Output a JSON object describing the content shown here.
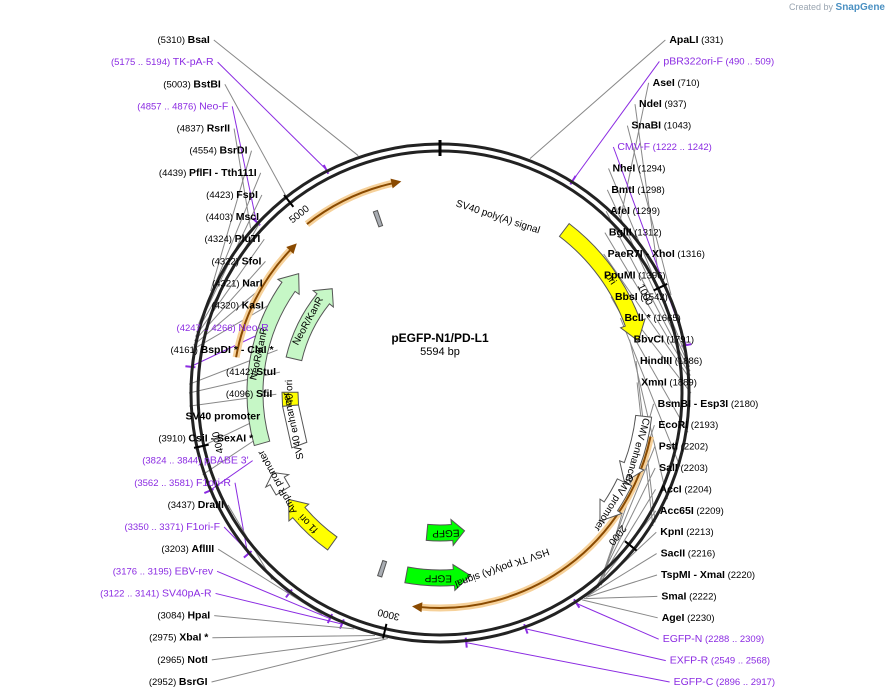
{
  "credit": {
    "created_by": "Created by",
    "brand": "SnapGene"
  },
  "plasmid": {
    "name": "pEGFP-N1/PD-L1",
    "size_label": "5594 bp",
    "length": 5594
  },
  "ring_ticks": [
    {
      "bp": 1000,
      "label": "1000"
    },
    {
      "bp": 2000,
      "label": "2000"
    },
    {
      "bp": 3000,
      "label": "3000"
    },
    {
      "bp": 4000,
      "label": "4000"
    },
    {
      "bp": 5000,
      "label": "5000"
    }
  ],
  "features": [
    {
      "name": "ori",
      "start": 580,
      "end": 1170,
      "dir": "cw",
      "ring": 1,
      "color": "#ffff00",
      "label": "ori"
    },
    {
      "name": "cmv-enhancer",
      "start": 1500,
      "end": 1800,
      "dir": "cw",
      "ring": 1,
      "color": "#ffffff",
      "label": "CMV enhancer"
    },
    {
      "name": "cmv-promoter",
      "start": 1800,
      "end": 2000,
      "dir": "cw",
      "ring": 1,
      "color": "#ffffff",
      "label": "CMV promoter"
    },
    {
      "name": "egfp-inner",
      "start": 2880,
      "end": 2640,
      "dir": "ccw",
      "ring": 4,
      "color": "#00ff00",
      "label": "EGFP"
    },
    {
      "name": "egfp",
      "start": 2960,
      "end": 2650,
      "dir": "ccw",
      "ring": 2,
      "color": "#00ff00",
      "label": "EGFP"
    },
    {
      "name": "sv40-polya",
      "start": 3090,
      "end": 3070,
      "dir": "none",
      "ring": 2,
      "color": "#a9adb3",
      "label": "SV40 poly(A) signal"
    },
    {
      "name": "f1-ori",
      "start": 3350,
      "end": 3650,
      "dir": "cw",
      "ring": 2,
      "color": "#ffff00",
      "label": "f1 ori"
    },
    {
      "name": "ampr-promoter",
      "start": 3700,
      "end": 3800,
      "dir": "cw",
      "ring": 2,
      "color": "#ffffff",
      "label": "AmpR promoter"
    },
    {
      "name": "sv40-ori",
      "start": 4120,
      "end": 4200,
      "dir": "none",
      "ring": 3,
      "color": "#ffff00",
      "label": "SV40 ori"
    },
    {
      "name": "sv40-enhancer",
      "start": 3880,
      "end": 4120,
      "dir": "none",
      "ring": 3,
      "color": "#ffffff",
      "label": "SV40 enhancer"
    },
    {
      "name": "neor-inner",
      "start": 4400,
      "end": 4880,
      "dir": "cw",
      "ring": 3,
      "color": "#c6f7c6",
      "label": "NeoR/KanR"
    },
    {
      "name": "neor-outer",
      "start": 3950,
      "end": 4820,
      "dir": "cw",
      "ring": 2,
      "color": "#c6f7c6",
      "label": "NeoR/KanR"
    },
    {
      "name": "hsv-tk-polya",
      "start": 5300,
      "end": 5280,
      "dir": "none",
      "ring": 2,
      "color": "#a9adb3",
      "label": "HSV TK poly(A) signal"
    }
  ],
  "orange_arcs": [
    {
      "start": 5000,
      "end": 5400,
      "dir": "cw",
      "radius": 215
    },
    {
      "start": 1580,
      "end": 2880,
      "dir": "cw",
      "radius": 215
    },
    {
      "start": 4350,
      "end": 4880,
      "dir": "cw",
      "radius": 207
    }
  ],
  "labels": [
    {
      "id": "bsai",
      "pos": "(5310)",
      "name": "BsaI",
      "color": "#000000",
      "angle": -19
    },
    {
      "id": "tk-pa-r",
      "pos": "(5175 .. 5194)",
      "name": "TK-pA-R",
      "color": "#8b2be2",
      "angle": -27
    },
    {
      "id": "bstbi",
      "pos": "(5003)",
      "name": "BstBI",
      "color": "#000000",
      "angle": -38
    },
    {
      "id": "neo-f",
      "pos": "(4857 .. 4876)",
      "name": "Neo-F",
      "color": "#8b2be2",
      "angle": -47
    },
    {
      "id": "rsrii",
      "pos": "(4837)",
      "name": "RsrII",
      "color": "#000000",
      "angle": -49
    },
    {
      "id": "bsrdi",
      "pos": "(4554)",
      "name": "BsrDI",
      "color": "#000000",
      "angle": -66
    },
    {
      "id": "pflfi",
      "pos": "(4439)",
      "name": "PflFI - Tth111I",
      "color": "#000000",
      "angle": -74
    },
    {
      "id": "fspi",
      "pos": "(4423)",
      "name": "FspI",
      "color": "#000000",
      "angle": -75
    },
    {
      "id": "msci",
      "pos": "(4403)",
      "name": "MscI",
      "color": "#000000",
      "angle": -76
    },
    {
      "id": "pluti",
      "pos": "(4324)",
      "name": "PluTI",
      "color": "#000000",
      "angle": -77
    },
    {
      "id": "sfoi",
      "pos": "(4322)",
      "name": "SfoI",
      "color": "#000000",
      "angle": -78
    },
    {
      "id": "nari",
      "pos": "(4321)",
      "name": "NarI",
      "color": "#000000",
      "angle": -79
    },
    {
      "id": "kasi",
      "pos": "(4320)",
      "name": "KasI",
      "color": "#000000",
      "angle": -80
    },
    {
      "id": "neo-r",
      "pos": "(4247 .. 4266)",
      "name": "Neo-R",
      "color": "#8b2be2",
      "angle": -84
    },
    {
      "id": "bspdi",
      "pos": "(4161)",
      "name": "BspDI * - ClaI *",
      "color": "#000000",
      "angle": -88
    },
    {
      "id": "stui",
      "pos": "(4142)",
      "name": "StuI",
      "color": "#000000",
      "angle": -90
    },
    {
      "id": "sfii",
      "pos": "(4096)",
      "name": "SfiI",
      "color": "#000000",
      "angle": -93
    },
    {
      "id": "sv40-promoter",
      "pos": "",
      "name": "SV40 promoter",
      "color": "#000000",
      "angle": -103
    },
    {
      "id": "csii",
      "pos": "(3910)",
      "name": "CsiI - SexAI *",
      "color": "#000000",
      "angle": -109
    },
    {
      "id": "pbabe",
      "pos": "(3824 .. 3844)",
      "name": "pBABE 3'",
      "color": "#8b2be2",
      "angle": -113
    },
    {
      "id": "f1ori-r",
      "pos": "(3562 .. 3581)",
      "name": "F1ori-R",
      "color": "#8b2be2",
      "angle": -130
    },
    {
      "id": "draiii",
      "pos": "(3437)",
      "name": "DraIII",
      "color": "#000000",
      "angle": -138
    },
    {
      "id": "f1ori-f",
      "pos": "(3350 .. 3371)",
      "name": "F1ori-F",
      "color": "#8b2be2",
      "angle": -143
    },
    {
      "id": "afliii",
      "pos": "(3203)",
      "name": "AflIII",
      "color": "#000000",
      "angle": -152
    },
    {
      "id": "ebv-rev",
      "pos": "(3176 .. 3195)",
      "name": "EBV-rev",
      "color": "#8b2be2",
      "angle": -154
    },
    {
      "id": "sv40pa-r",
      "pos": "(3122 .. 3141)",
      "name": "SV40pA-R",
      "color": "#8b2be2",
      "angle": -157
    },
    {
      "id": "hpai",
      "pos": "(3084)",
      "name": "HpaI",
      "color": "#000000",
      "angle": -160
    },
    {
      "id": "xbai",
      "pos": "(2975)",
      "name": "XbaI *",
      "color": "#000000",
      "angle": -165
    },
    {
      "id": "noti",
      "pos": "(2965)",
      "name": "NotI",
      "color": "#000000",
      "angle": -167
    },
    {
      "id": "bsrgi",
      "pos": "(2952)",
      "name": "BsrGI",
      "color": "#000000",
      "angle": -168
    },
    {
      "id": "egfp-c",
      "pos": "(2896 .. 2917)",
      "name": "EGFP-C",
      "color": "#8b2be2",
      "angle": 174
    },
    {
      "id": "exfp-r",
      "pos": "(2549 .. 2568)",
      "name": "EXFP-R",
      "color": "#8b2be2",
      "angle": 160
    },
    {
      "id": "egfp-n",
      "pos": "(2288 .. 2309)",
      "name": "EGFP-N",
      "color": "#8b2be2",
      "angle": 147
    },
    {
      "id": "apali",
      "pos": "(331)",
      "name": "ApaLI",
      "color": "#000000",
      "angle": 21
    },
    {
      "id": "pbr322ori-f",
      "pos": "(490 .. 509)",
      "name": "pBR322ori-F",
      "color": "#8b2be2",
      "angle": 32
    },
    {
      "id": "asei",
      "pos": "(710)",
      "name": "AseI",
      "color": "#000000",
      "angle": 46
    },
    {
      "id": "ndei",
      "pos": "(937)",
      "name": "NdeI",
      "color": "#000000",
      "angle": 60
    },
    {
      "id": "snabi",
      "pos": "(1043)",
      "name": "SnaBI",
      "color": "#000000",
      "angle": 67
    },
    {
      "id": "cmv-f",
      "pos": "(1222 .. 1242)",
      "name": "CMV-F",
      "color": "#8b2be2",
      "angle": 79
    },
    {
      "id": "nhei",
      "pos": "(1294)",
      "name": "NheI",
      "color": "#000000",
      "angle": 83
    },
    {
      "id": "bmti",
      "pos": "(1298)",
      "name": "BmtI",
      "color": "#000000",
      "angle": 84
    },
    {
      "id": "afei",
      "pos": "(1299)",
      "name": "AfeI",
      "color": "#000000",
      "angle": 85
    },
    {
      "id": "bglii",
      "pos": "(1312)",
      "name": "BglII",
      "color": "#000000",
      "angle": 86
    },
    {
      "id": "paer7i",
      "pos": "(1316)",
      "name": "PaeR7I - XhoI",
      "color": "#000000",
      "angle": 87
    },
    {
      "id": "ppumi",
      "pos": "(1396)",
      "name": "PpuMI",
      "color": "#000000",
      "angle": 90
    },
    {
      "id": "bbsi",
      "pos": "(1542)",
      "name": "BbsI",
      "color": "#000000",
      "angle": 99
    },
    {
      "id": "bcli",
      "pos": "(1665)",
      "name": "BclI *",
      "color": "#000000",
      "angle": 107
    },
    {
      "id": "bbvci",
      "pos": "(1791)",
      "name": "BbvCI",
      "color": "#000000",
      "angle": 115
    },
    {
      "id": "hindiii",
      "pos": "(1886)",
      "name": "HindIII",
      "color": "#000000",
      "angle": 121
    },
    {
      "id": "xmni",
      "pos": "(1889)",
      "name": "XmnI",
      "color": "#000000",
      "angle": 122
    },
    {
      "id": "bsmbi",
      "pos": "(2180)",
      "name": "BsmBI - Esp3I",
      "color": "#000000",
      "angle": 140
    },
    {
      "id": "ecori",
      "pos": "(2193)",
      "name": "EcoRI",
      "color": "#000000",
      "angle": 141
    },
    {
      "id": "psti",
      "pos": "(2202)",
      "name": "PstI",
      "color": "#000000",
      "angle": 141.5
    },
    {
      "id": "sali",
      "pos": "(2203)",
      "name": "SalI",
      "color": "#000000",
      "angle": 142
    },
    {
      "id": "acci",
      "pos": "(2204)",
      "name": "AccI",
      "color": "#000000",
      "angle": 142.5
    },
    {
      "id": "acc65i",
      "pos": "(2209)",
      "name": "Acc65I",
      "color": "#000000",
      "angle": 143
    },
    {
      "id": "kpni",
      "pos": "(2213)",
      "name": "KpnI",
      "color": "#000000",
      "angle": 143.5
    },
    {
      "id": "sacii",
      "pos": "(2216)",
      "name": "SacII",
      "color": "#000000",
      "angle": 144
    },
    {
      "id": "tspmi",
      "pos": "(2220)",
      "name": "TspMI - XmaI",
      "color": "#000000",
      "angle": 144.5
    },
    {
      "id": "smai",
      "pos": "(2222)",
      "name": "SmaI",
      "color": "#000000",
      "angle": 145
    },
    {
      "id": "agei",
      "pos": "(2230)",
      "name": "AgeI",
      "color": "#000000",
      "angle": 145.5
    }
  ]
}
